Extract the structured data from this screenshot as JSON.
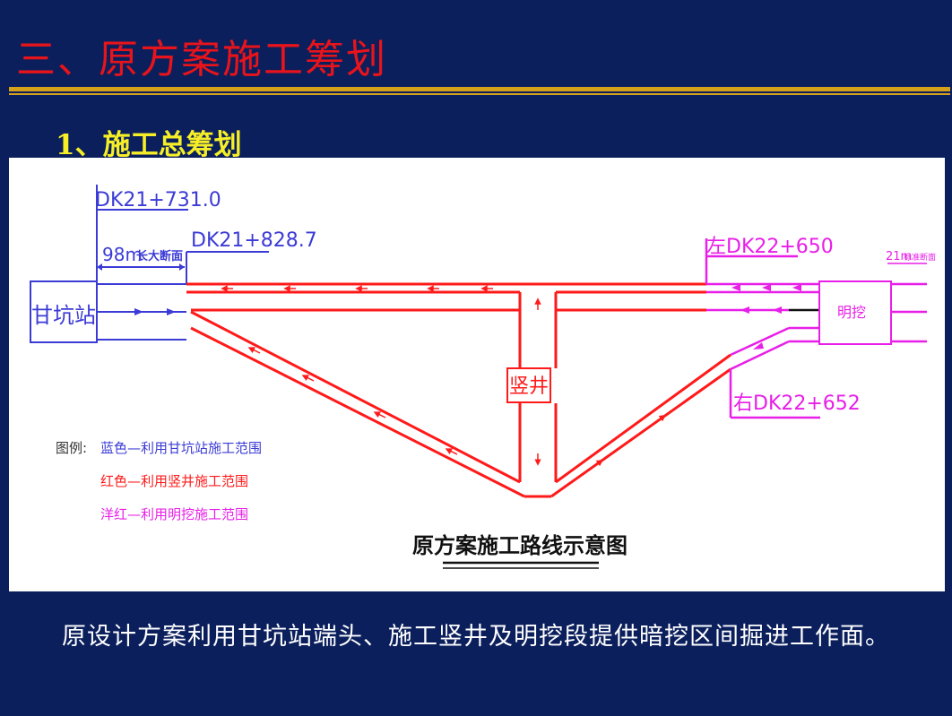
{
  "slide_title": "三、原方案施工筹划",
  "section_title": "1、施工总筹划",
  "diagram": {
    "station_label": "甘坑站",
    "shaft_label": "竖井",
    "open_cut_label": "明挖",
    "chainage_1": "DK21+731.0",
    "chainage_2": "DK21+828.7",
    "long_section": "98m",
    "long_section_note": "长大断面",
    "chainage_left": "左DK22+650",
    "chainage_right": "右DK22+652",
    "standard_section": "21m",
    "standard_section_note": "标准断面",
    "legend_title": "图例:",
    "legend_blue": "蓝色—利用甘坑站施工范围",
    "legend_red": "红色—利用竖井施工范围",
    "legend_magenta": "洋红—利用明挖施工范围",
    "diagram_title": "原方案施工路线示意图"
  },
  "caption": "原设计方案利用甘坑站端头、施工竖井及明挖段提供暗挖区间掘进工作面。",
  "colors": {
    "background": "#0b1f5c",
    "title_red": "#e8141b",
    "section_yellow": "#f6ef27",
    "rule_gold": "#d6a11a",
    "blue": "#3b3bd6",
    "red": "#ff1a1a",
    "magenta": "#e81fe8"
  }
}
